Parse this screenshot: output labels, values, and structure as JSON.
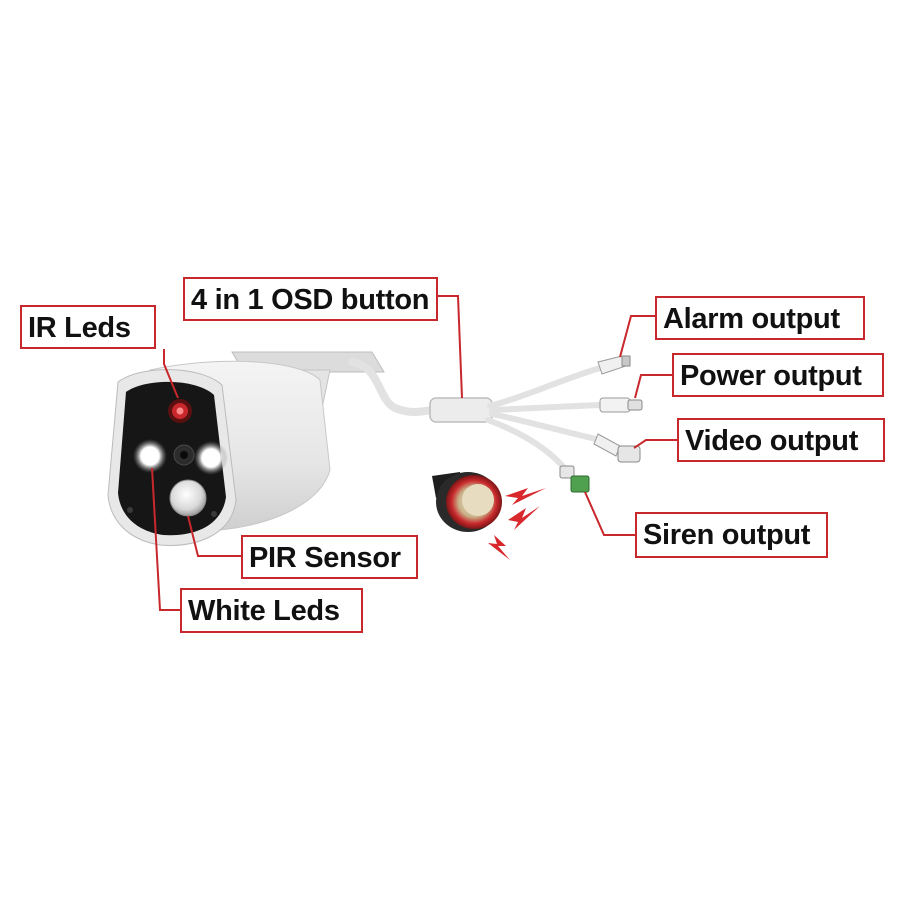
{
  "labels": {
    "ir_leds": "IR Leds",
    "osd_button": "4 in 1 OSD button",
    "alarm_output": "Alarm output",
    "power_output": "Power output",
    "video_output": "Video output",
    "siren_output": "Siren output",
    "pir_sensor": "PIR Sensor",
    "white_leds": "White Leds"
  },
  "colors": {
    "callout_border": "#c8282c",
    "leader_line": "#c8282c",
    "camera_body": "#ececec",
    "camera_face": "#1a1a1a",
    "siren_ring": "#c8282c"
  }
}
